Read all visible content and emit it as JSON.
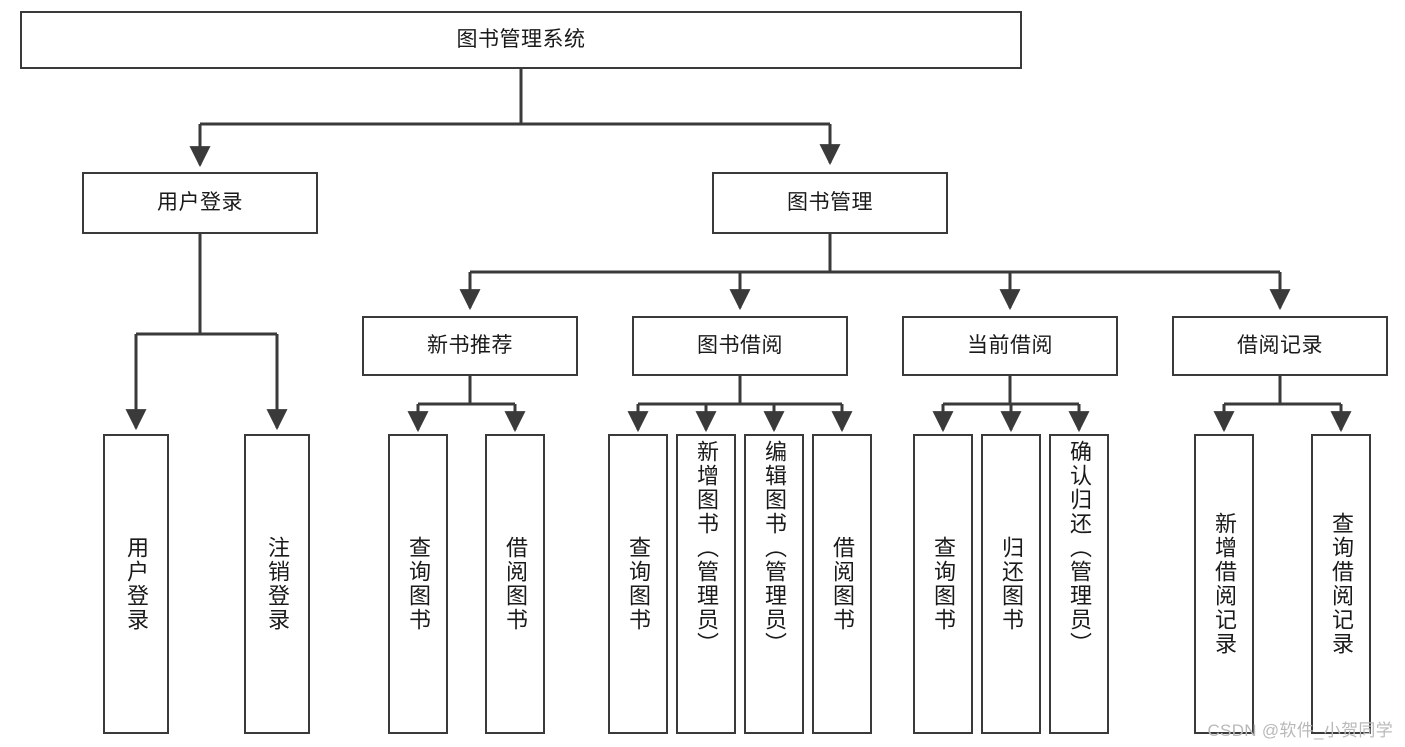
{
  "diagram": {
    "title": "图书管理系统",
    "root": {
      "label": "图书管理系统"
    },
    "level1": [
      {
        "label": "用户登录"
      },
      {
        "label": "图书管理"
      }
    ],
    "level2": [
      {
        "label": "新书推荐"
      },
      {
        "label": "图书借阅"
      },
      {
        "label": "当前借阅"
      },
      {
        "label": "借阅记录"
      }
    ],
    "leaves": {
      "user_login": [
        {
          "label": "用户登录"
        },
        {
          "label": "注销登录"
        }
      ],
      "new_book_recommend": [
        {
          "label": "查询图书"
        },
        {
          "label": "借阅图书"
        }
      ],
      "book_borrow": [
        {
          "label": "查询图书"
        },
        {
          "label": "新增图书（管理员）"
        },
        {
          "label": "编辑图书（管理员）"
        },
        {
          "label": "借阅图书"
        }
      ],
      "current_borrow": [
        {
          "label": "查询图书"
        },
        {
          "label": "归还图书"
        },
        {
          "label": "确认归还（管理员）"
        }
      ],
      "borrow_record": [
        {
          "label": "新增借阅记录"
        },
        {
          "label": "查询借阅记录"
        }
      ]
    },
    "watermark": "CSDN @软件_小贺同学",
    "colors": {
      "border": "#3a3a3a",
      "background": "#ffffff",
      "text": "#1a1a1a",
      "watermark": "#b9b9b9"
    }
  }
}
